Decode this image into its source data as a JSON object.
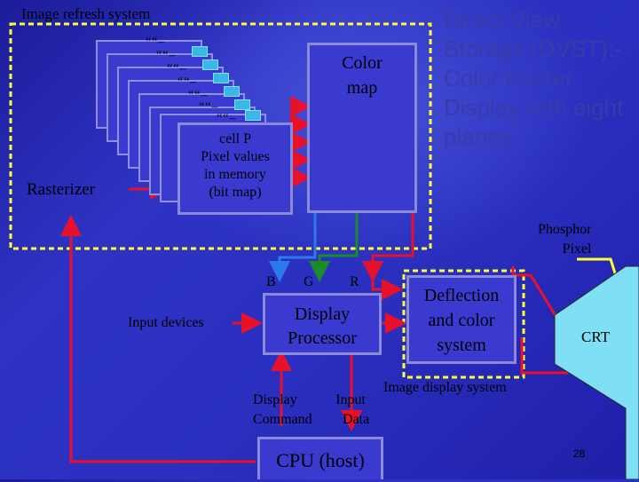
{
  "image_refresh_label": "Image refresh system",
  "title": {
    "line1": "Direct View",
    "line2": "Storage (DVST):-",
    "line3": "Color Raster",
    "line4": "Display with eight",
    "line5": "planes"
  },
  "rasterizer": "Rasterizer",
  "memory": {
    "line1": "cell P",
    "line2": "Pixel values",
    "line3": "in memory",
    "line4": "(bit map)"
  },
  "plane_marks": [
    "““–",
    "““–",
    "““–",
    "““–",
    "““–",
    "““–",
    "““–"
  ],
  "color_map": {
    "line1": "Color",
    "line2": "map"
  },
  "phosphor": {
    "line1": "Phosphor",
    "line2": "Pixel"
  },
  "channels": {
    "b": "B",
    "g": "G",
    "r": "R"
  },
  "display_processor": {
    "line1": "Display",
    "line2": "Processor"
  },
  "input_devices": "Input devices",
  "deflection": {
    "line1": "Deflection",
    "line2": "and color",
    "line3": "system"
  },
  "crt": "CRT",
  "image_display_system": "Image display system",
  "display_command": {
    "line1": "Display",
    "line2": "Command"
  },
  "input_data": {
    "line1": "Input",
    "line2": "Data"
  },
  "cpu": "CPU (host)",
  "page_number": "28",
  "colors": {
    "background": "#2a2fbf",
    "box_fill": "#3a3ad0",
    "dashed_border": "#ffff33",
    "title_text": "#3a3aa8",
    "arrow_red": "#e8102a",
    "arrow_green": "#1a8a2a",
    "arrow_blue": "#2a7ae8",
    "arrow_yellow": "#ffff33",
    "crt_fill": "#7fe0f5"
  }
}
